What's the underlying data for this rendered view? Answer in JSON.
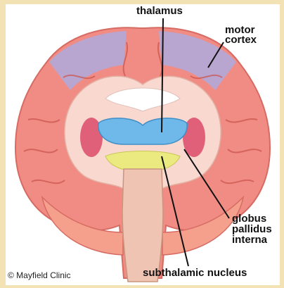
{
  "labels": {
    "thalamus": "thalamus",
    "motor_cortex": [
      "motor",
      "cortex"
    ],
    "globus_pallidus_interna": [
      "globus",
      "pallidus",
      "interna"
    ],
    "subthalamic_nucleus": "subthalamic nucleus"
  },
  "credit": "© Mayfield Clinic",
  "colors": {
    "background": "#f2e2b4",
    "cortex": "#f08c84",
    "white_matter": "#f9d8cf",
    "motor_region": "#b3a8d8",
    "thalamus": "#6eb8ea",
    "globus_pallidus": "#e0607a",
    "subthalamic": "#eaea80",
    "brainstem": "#f0c4b3",
    "label_line": "#111111"
  }
}
